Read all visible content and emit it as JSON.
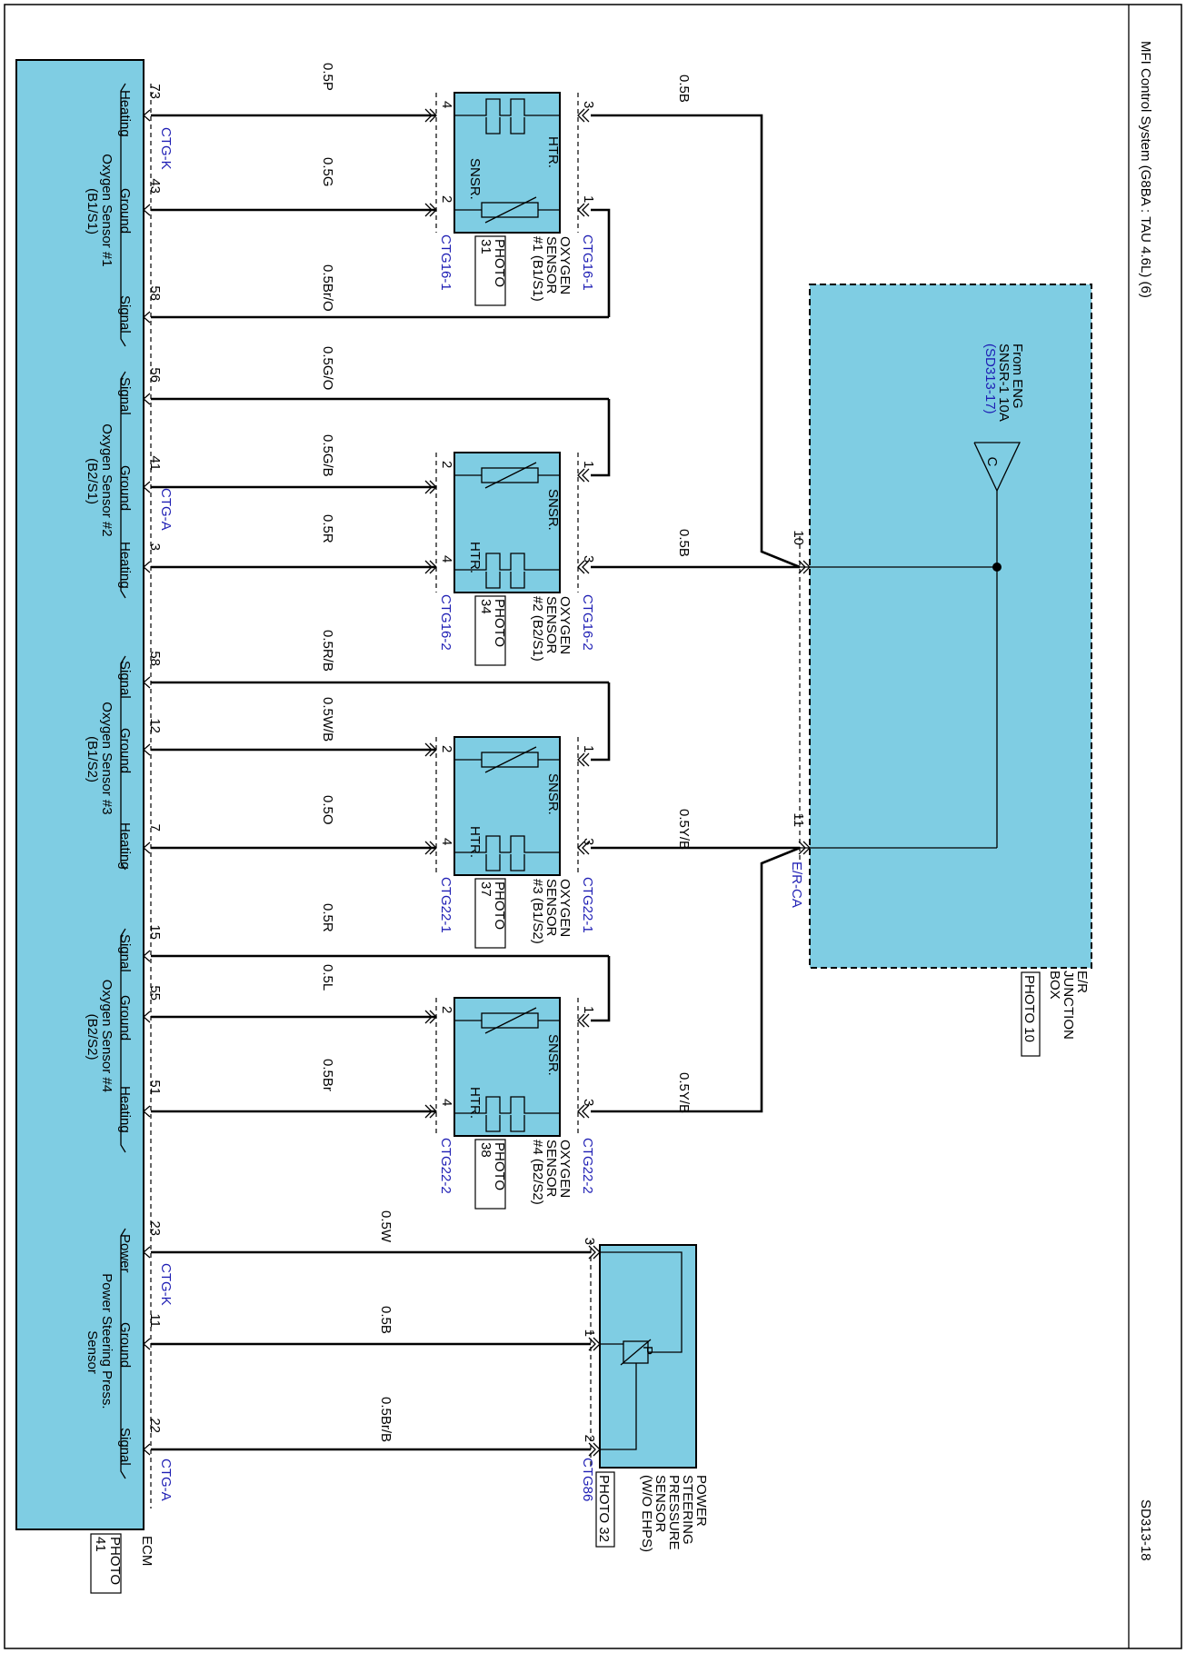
{
  "page": {
    "title": "MFI Control System (G8BA : TAU 4.6L) (6)",
    "ref": "SD313-18"
  },
  "ecm": {
    "label": "ECM",
    "photo_word": "PHOTO",
    "photo_num": "41",
    "groups": [
      {
        "name": "Oxygen Sensor #1",
        "sub": "(B1/S1)"
      },
      {
        "name": "Oxygen Sensor #2",
        "sub": "(B2/S1)"
      },
      {
        "name": "Oxygen Sensor #3",
        "sub": "(B1/S2)"
      },
      {
        "name": "Oxygen Sensor #4",
        "sub": "(B2/S2)"
      },
      {
        "name": "Power Steering Press.",
        "sub": "Sensor"
      }
    ],
    "pins": [
      {
        "num": "73",
        "func": "Heating",
        "wire": "0.5P"
      },
      {
        "num": "43",
        "func": "Ground",
        "wire": "0.5G"
      },
      {
        "num": "58",
        "func": "Signal",
        "wire": "0.5Br/O"
      },
      {
        "num": "56",
        "func": "Signal",
        "wire": "0.5G/O"
      },
      {
        "num": "41",
        "func": "Ground",
        "wire": "0.5G/B"
      },
      {
        "num": "3",
        "func": "Heating",
        "wire": "0.5R"
      },
      {
        "num": "58",
        "func": "Signal",
        "wire": "0.5R/B"
      },
      {
        "num": "12",
        "func": "Ground",
        "wire": "0.5W/B"
      },
      {
        "num": "7",
        "func": "Heating",
        "wire": "0.5O"
      },
      {
        "num": "15",
        "func": "Signal",
        "wire": "0.5R"
      },
      {
        "num": "55",
        "func": "Ground",
        "wire": "0.5L"
      },
      {
        "num": "51",
        "func": "Heating",
        "wire": "0.5Br"
      },
      {
        "num": "23",
        "func": "Power",
        "wire": "0.5W"
      },
      {
        "num": "11",
        "func": "Ground",
        "wire": "0.5B"
      },
      {
        "num": "22",
        "func": "Signal",
        "wire": "0.5Br/B"
      }
    ],
    "connectors": [
      "CTG-K",
      "CTG-A",
      "CTG-K",
      "CTG-A"
    ]
  },
  "sensors": [
    {
      "lines": [
        "OXYGEN",
        "SENSOR",
        "#1 (B1/S1)"
      ],
      "photo_word": "PHOTO",
      "photo_num": "31",
      "conn_top": "CTG16-1",
      "conn_bot": "CTG16-1",
      "htr": "HTR.",
      "snsr": "SNSR.",
      "pins": [
        "4",
        "2",
        "3",
        "1"
      ],
      "out_wire": "0.5B"
    },
    {
      "lines": [
        "OXYGEN",
        "SENSOR",
        "#2 (B2/S1)"
      ],
      "photo_word": "PHOTO",
      "photo_num": "34",
      "conn_top": "CTG16-2",
      "conn_bot": "CTG16-2",
      "htr": "HTR.",
      "snsr": "SNSR.",
      "pins": [
        "2",
        "4",
        "1",
        "3"
      ],
      "out_wire": "0.5B"
    },
    {
      "lines": [
        "OXYGEN",
        "SENSOR",
        "#3 (B1/S2)"
      ],
      "photo_word": "PHOTO",
      "photo_num": "37",
      "conn_top": "CTG22-1",
      "conn_bot": "CTG22-1",
      "htr": "HTR.",
      "snsr": "SNSR.",
      "pins": [
        "2",
        "4",
        "1",
        "3"
      ],
      "out_wire": "0.5Y/B"
    },
    {
      "lines": [
        "OXYGEN",
        "SENSOR",
        "#4 (B2/S2)"
      ],
      "photo_word": "PHOTO",
      "photo_num": "38",
      "conn_top": "CTG22-2",
      "conn_bot": "CTG22-2",
      "htr": "HTR.",
      "snsr": "SNSR.",
      "pins": [
        "2",
        "4",
        "1",
        "3"
      ],
      "out_wire": "0.5Y/B"
    }
  ],
  "ps_sensor": {
    "lines": [
      "POWER",
      "STEERING",
      "PRESSURE",
      "SENSOR",
      "(W/O EHPS)"
    ],
    "photo": "PHOTO 32",
    "conn": "CTG86",
    "pins": [
      "3",
      "1",
      "2"
    ],
    "symbol": "P"
  },
  "junction": {
    "lines": [
      "E/R",
      "JUNCTION",
      "BOX"
    ],
    "photo": "PHOTO 10",
    "pin_a": "10",
    "pin_b": "11",
    "conn": "E/R-CA",
    "from_lines": [
      "From ENG",
      "SNSR-1 10A"
    ],
    "from_ref": "(SD313-17)",
    "arrow": "C"
  }
}
